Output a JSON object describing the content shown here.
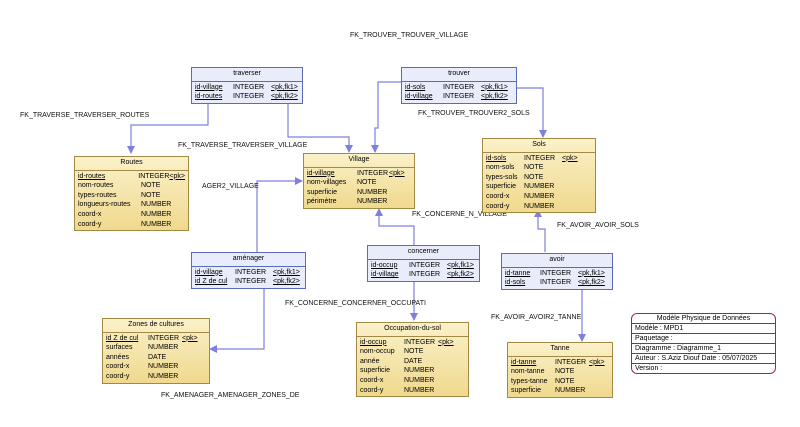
{
  "fk_labels": {
    "trouver_village": "FK_TROUVER_TROUVER_VILLAGE",
    "traverse_routes": "FK_TRAVERSE_TRAVERSER_ROUTES",
    "trouver2_sols": "FK_TROUVER_TROUVER2_SOLS",
    "traverse_village": "FK_TRAVERSE_TRAVERSER_VILLAGE",
    "ager2_village": "AGER2_VILLAGE",
    "concerne_n_village": "FK_CONCERNE_N_VILLAGE",
    "avoir_sols": "FK_AVOIR_AVOIR_SOLS",
    "concerne_occupati": "FK_CONCERNE_CONCERNER_OCCUPATI",
    "avoir2_tanne": "FK_AVOIR_AVOIR2_TANNE",
    "amenager_zones": "FK_AMENAGER_AMENAGER_ZONES_DE"
  },
  "tables": {
    "traverser": {
      "title": "traverser",
      "rows": [
        {
          "name": "id-village",
          "type": "INTEGER",
          "key": "<pk,fk1>"
        },
        {
          "name": "id-routes",
          "type": "INTEGER",
          "key": "<pk,fk2>"
        }
      ]
    },
    "trouver": {
      "title": "trouver",
      "rows": [
        {
          "name": "id-sols",
          "type": "INTEGER",
          "key": "<pk,fk1>"
        },
        {
          "name": "id-village",
          "type": "INTEGER",
          "key": "<pk,fk2>"
        }
      ]
    },
    "routes": {
      "title": "Routes",
      "rows": [
        {
          "name": "id-routes",
          "type": "INTEGER",
          "key": "<pk>"
        },
        {
          "name": "nom-routes",
          "type": "NOTE",
          "key": ""
        },
        {
          "name": "types-routes",
          "type": "NOTE",
          "key": ""
        },
        {
          "name": "longueurs-routes",
          "type": "NUMBER",
          "key": ""
        },
        {
          "name": "coord-x",
          "type": "NUMBER",
          "key": ""
        },
        {
          "name": "coord-y",
          "type": "NUMBER",
          "key": ""
        }
      ]
    },
    "village": {
      "title": "Village",
      "rows": [
        {
          "name": "id-village",
          "type": "INTEGER",
          "key": "<pk>"
        },
        {
          "name": "nom-villages",
          "type": "NOTE",
          "key": ""
        },
        {
          "name": "superficie",
          "type": "NUMBER",
          "key": ""
        },
        {
          "name": "périmètre",
          "type": "NUMBER",
          "key": ""
        }
      ]
    },
    "sols": {
      "title": "Sols",
      "rows": [
        {
          "name": "id-sols",
          "type": "INTEGER",
          "key": "<pk>"
        },
        {
          "name": "nom-sols",
          "type": "NOTE",
          "key": ""
        },
        {
          "name": "types-sols",
          "type": "NOTE",
          "key": ""
        },
        {
          "name": "superficie",
          "type": "NUMBER",
          "key": ""
        },
        {
          "name": "coord-x",
          "type": "NUMBER",
          "key": ""
        },
        {
          "name": "coord-y",
          "type": "NUMBER",
          "key": ""
        }
      ]
    },
    "amenager": {
      "title": "aménager",
      "rows": [
        {
          "name": "id-village",
          "type": "INTEGER",
          "key": "<pk,fk1>"
        },
        {
          "name": "id Z de cul",
          "type": "INTEGER",
          "key": "<pk,fk2>"
        }
      ]
    },
    "concerner": {
      "title": "concerner",
      "rows": [
        {
          "name": "id-occup",
          "type": "INTEGER",
          "key": "<pk,fk1>"
        },
        {
          "name": "id-village",
          "type": "INTEGER",
          "key": "<pk,fk2>"
        }
      ]
    },
    "avoir": {
      "title": "avoir",
      "rows": [
        {
          "name": "id-tanne",
          "type": "INTEGER",
          "key": "<pk,fk1>"
        },
        {
          "name": "id-sols",
          "type": "INTEGER",
          "key": "<pk,fk2>"
        }
      ]
    },
    "zones": {
      "title": "Zones de cultures",
      "rows": [
        {
          "name": "id Z de cul",
          "type": "INTEGER",
          "key": "<pk>"
        },
        {
          "name": "surfaces",
          "type": "NUMBER",
          "key": ""
        },
        {
          "name": "années",
          "type": "DATE",
          "key": ""
        },
        {
          "name": "coord-x",
          "type": "NUMBER",
          "key": ""
        },
        {
          "name": "coord-y",
          "type": "NUMBER",
          "key": ""
        }
      ]
    },
    "occupation": {
      "title": "Occupation-du-sol",
      "rows": [
        {
          "name": "id-occup",
          "type": "INTEGER",
          "key": "<pk>"
        },
        {
          "name": "nom-occup",
          "type": "NOTE",
          "key": ""
        },
        {
          "name": "année",
          "type": "DATE",
          "key": ""
        },
        {
          "name": "superficie",
          "type": "NUMBER",
          "key": ""
        },
        {
          "name": "coord-x",
          "type": "NUMBER",
          "key": ""
        },
        {
          "name": "coord-y",
          "type": "NUMBER",
          "key": ""
        }
      ]
    },
    "tanne": {
      "title": "Tanne",
      "rows": [
        {
          "name": "id-tanne",
          "type": "INTEGER",
          "key": "<pk>"
        },
        {
          "name": "nom-tanne",
          "type": "NOTE",
          "key": ""
        },
        {
          "name": "types-tanne",
          "type": "NOTE",
          "key": ""
        },
        {
          "name": "superficie",
          "type": "NUMBER",
          "key": ""
        }
      ]
    }
  },
  "info": {
    "title": "Modèle Physique de Données",
    "modele": "Modèle : MPD1",
    "paquetage": "Paquetage :",
    "diagramme": "Diagramme : Diagramme_1",
    "auteur": "Auteur : S.Aziz Diouf  Date : 05/07/2025",
    "version": "Version :"
  },
  "colors": {
    "link": "#7f7fe0",
    "entity_fill": "#f4e3a6",
    "assoc_fill": "#e8ecfb",
    "info_border": "#9a2d2d"
  }
}
